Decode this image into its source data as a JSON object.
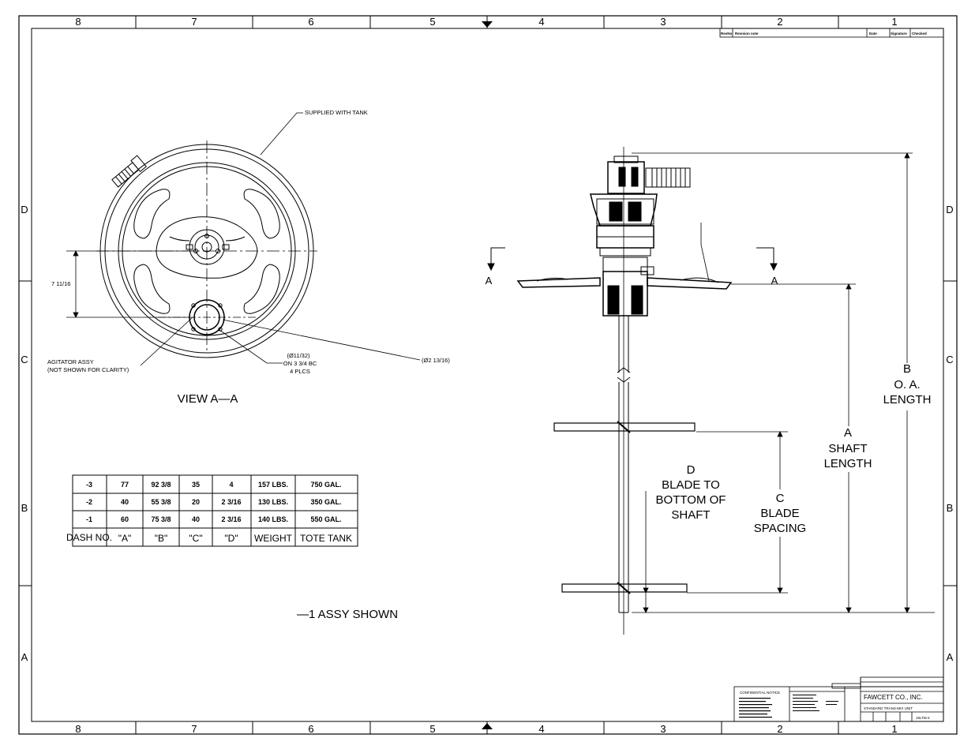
{
  "zones": {
    "columns": [
      "8",
      "7",
      "6",
      "5",
      "4",
      "3",
      "2",
      "1"
    ],
    "rows": [
      "D",
      "C",
      "B",
      "A"
    ]
  },
  "revision_block": {
    "rev": "RevNo",
    "note": "Revision note",
    "date": "Date",
    "signature": "Signature",
    "checked": "Checked"
  },
  "view_aa": {
    "title": "VIEW A—A",
    "supplied_with_tank": "SUPPLIED WITH TANK",
    "dim_offset": "7 11/16",
    "agitator_line1": "AGITATOR ASSY",
    "agitator_line2": "(NOT SHOWN FOR CLARITY)",
    "hole_line1": "(Ø11/32)",
    "hole_line2": "ON 3 3/4 BC",
    "hole_line3": "4 PLCS",
    "bore": "(Ø2 13/16)"
  },
  "elevation": {
    "section_mark": "A",
    "dim_b": [
      "B",
      "O. A.",
      "LENGTH"
    ],
    "dim_a": [
      "A",
      "SHAFT",
      "LENGTH"
    ],
    "dim_c": [
      "C",
      "BLADE",
      "SPACING"
    ],
    "dim_d": [
      "D",
      "BLADE TO",
      "BOTTOM OF",
      "SHAFT"
    ]
  },
  "dash_table": {
    "headers": [
      "DASH NO.",
      "\"A\"",
      "\"B\"",
      "\"C\"",
      "\"D\"",
      "WEIGHT",
      "TOTE TANK"
    ],
    "rows": [
      [
        "-3",
        "77",
        "92 3/8",
        "35",
        "4",
        "157 LBS.",
        "750 GAL."
      ],
      [
        "-2",
        "40",
        "55 3/8",
        "20",
        "2 3/16",
        "130 LBS.",
        "350 GAL."
      ],
      [
        "-1",
        "60",
        "75 3/8",
        "40",
        "2 3/16",
        "140 LBS.",
        "550 GAL."
      ]
    ]
  },
  "assy_shown": "—1 ASSY SHOWN",
  "title_block": {
    "company": "FAWCETT CO., INC.",
    "title": "STANDARD TRANS-MIX UNIT",
    "confidential": "CONFIDENTIAL NOTICE",
    "dwg_no": "15LTM-4"
  }
}
